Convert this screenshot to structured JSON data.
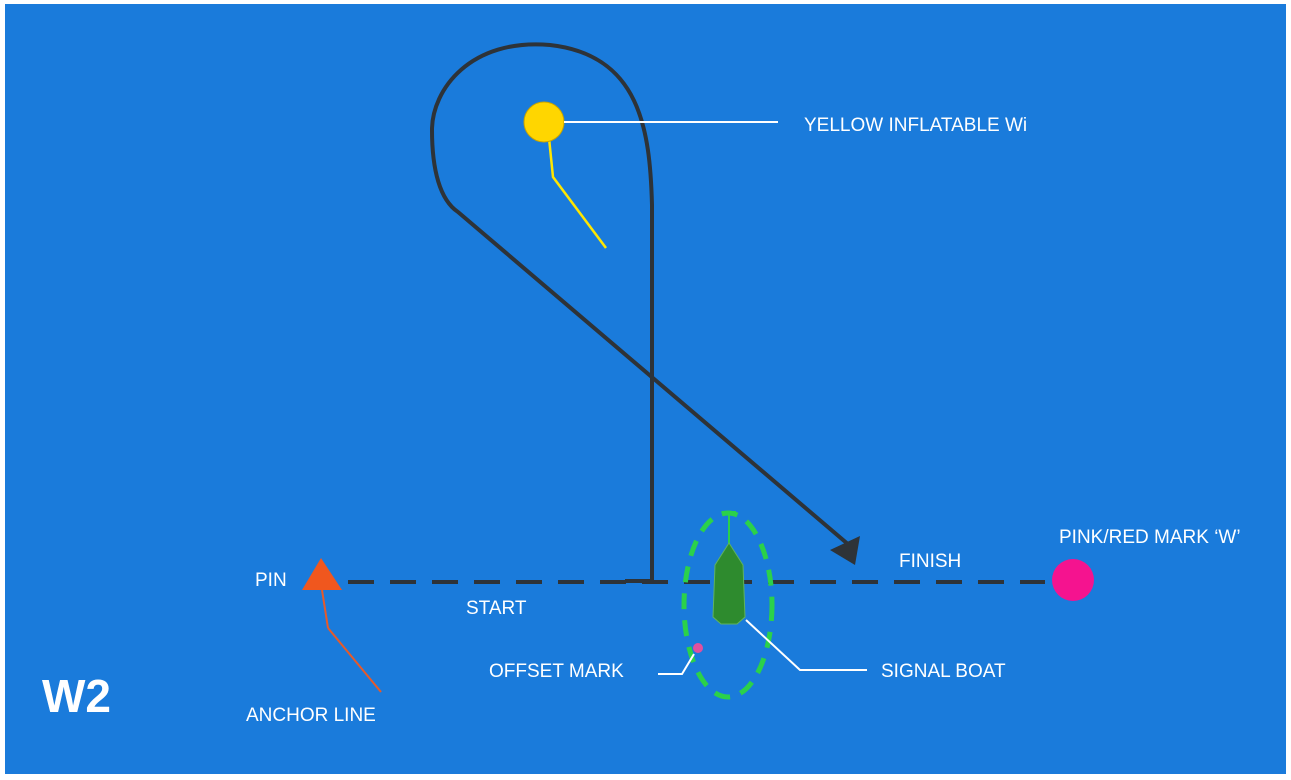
{
  "diagram": {
    "course_id": "W2",
    "colors": {
      "water": "#1A7BDB",
      "course_path": "#2E3338",
      "line_dash": "#2E3338",
      "pin_mark": "#F0571E",
      "anchor_line": "#E65A2A",
      "windward_mark": "#FFD600",
      "windward_tether": "#FFE600",
      "finish_mark": "#F5138F",
      "signal_boat": "#2E8B2E",
      "zone_circle": "#2BD14A",
      "offset_mark": "#E0509E"
    },
    "labels": {
      "windward_mark": "YELLOW INFLATABLE Wi",
      "finish_mark": "PINK/RED MARK ‘W’",
      "finish": "FINISH",
      "pin": "PIN",
      "start": "START",
      "offset_mark": "OFFSET MARK",
      "signal_boat": "SIGNAL BOAT",
      "anchor_line": "ANCHOR LINE"
    }
  }
}
